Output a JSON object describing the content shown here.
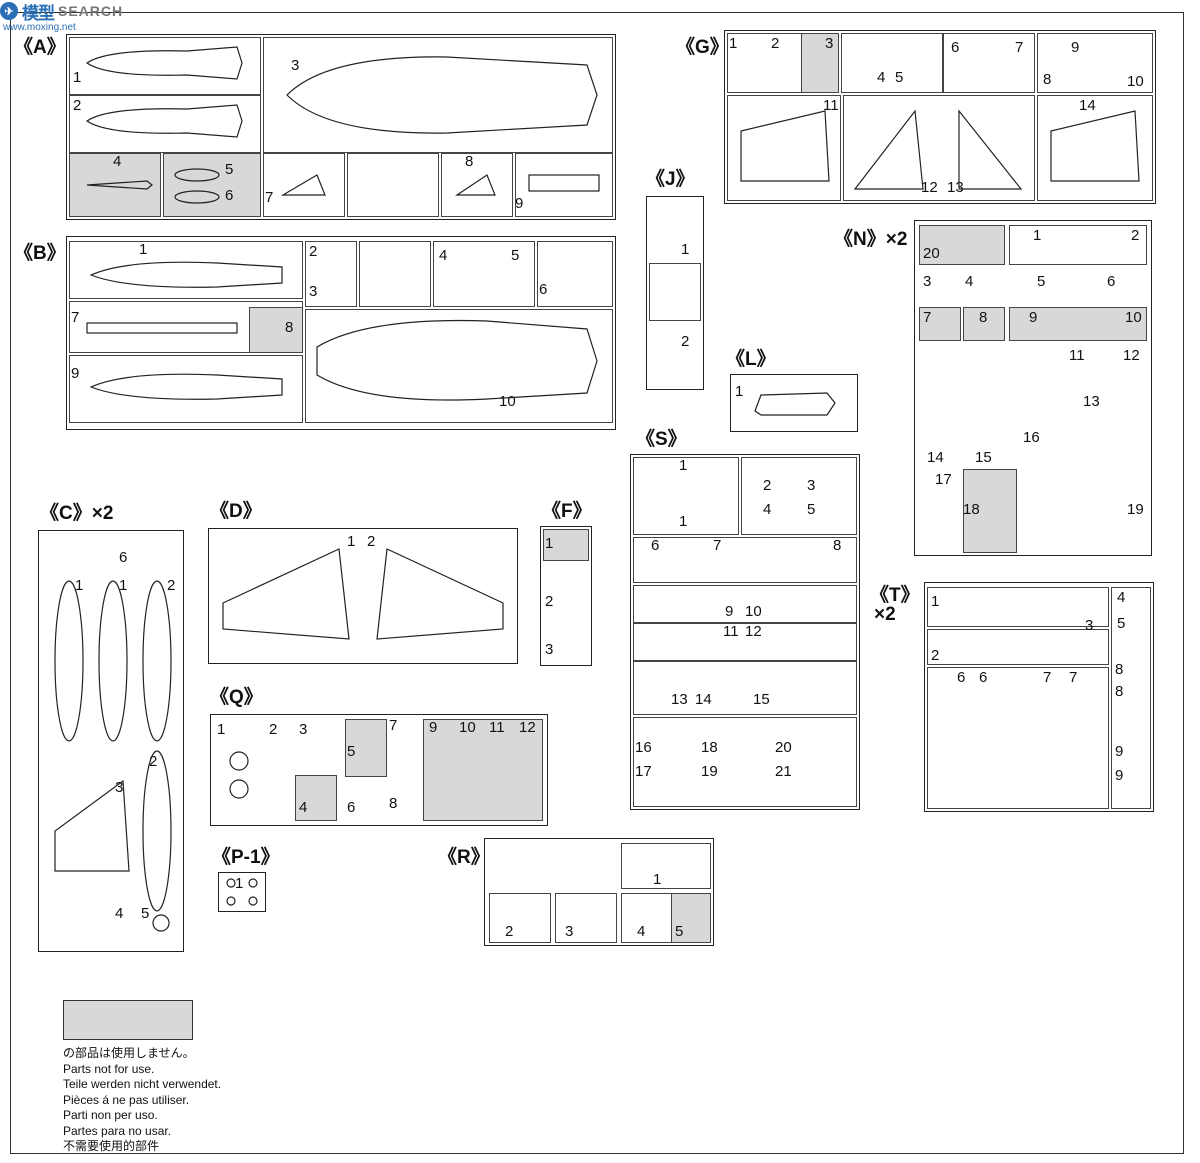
{
  "watermark": {
    "cn": "模型",
    "en": "SEARCH",
    "domain": "www.moxing.net"
  },
  "groups": [
    {
      "id": "A",
      "label": "《A》",
      "parts": [
        "1",
        "2",
        "3",
        "4",
        "5",
        "6",
        "7",
        "8",
        "9"
      ]
    },
    {
      "id": "B",
      "label": "《B》",
      "parts": [
        "1",
        "2",
        "3",
        "4",
        "5",
        "6",
        "7",
        "8",
        "9",
        "10"
      ]
    },
    {
      "id": "C",
      "label": "《C》×2",
      "parts": [
        "1",
        "1",
        "2",
        "2",
        "3",
        "4",
        "5",
        "6"
      ]
    },
    {
      "id": "D",
      "label": "《D》",
      "parts": [
        "1",
        "2"
      ]
    },
    {
      "id": "F",
      "label": "《F》",
      "parts": [
        "1",
        "2",
        "3"
      ]
    },
    {
      "id": "G",
      "label": "《G》",
      "parts": [
        "1",
        "2",
        "3",
        "4",
        "5",
        "6",
        "7",
        "8",
        "9",
        "10",
        "11",
        "12",
        "13",
        "14"
      ]
    },
    {
      "id": "J",
      "label": "《J》",
      "parts": [
        "1",
        "2"
      ]
    },
    {
      "id": "L",
      "label": "《L》",
      "parts": [
        "1"
      ]
    },
    {
      "id": "N",
      "label": "《N》×2",
      "parts": [
        "1",
        "2",
        "3",
        "4",
        "5",
        "6",
        "7",
        "8",
        "9",
        "10",
        "11",
        "12",
        "13",
        "14",
        "15",
        "16",
        "17",
        "18",
        "19",
        "20"
      ]
    },
    {
      "id": "P",
      "label": "《P-1》",
      "parts": [
        "1"
      ]
    },
    {
      "id": "Q",
      "label": "《Q》",
      "parts": [
        "1",
        "2",
        "3",
        "4",
        "5",
        "6",
        "7",
        "8",
        "9",
        "10",
        "11",
        "12"
      ]
    },
    {
      "id": "R",
      "label": "《R》",
      "parts": [
        "1",
        "2",
        "3",
        "4",
        "5"
      ]
    },
    {
      "id": "S",
      "label": "《S》",
      "parts": [
        "1",
        "1",
        "2",
        "3",
        "4",
        "5",
        "6",
        "7",
        "8",
        "9",
        "10",
        "11",
        "12",
        "13",
        "14",
        "15",
        "16",
        "17",
        "18",
        "19",
        "20",
        "21"
      ]
    },
    {
      "id": "T",
      "label": "《T》",
      "label2": "×2",
      "parts": [
        "1",
        "2",
        "3",
        "4",
        "5",
        "6",
        "6",
        "7",
        "7",
        "8",
        "8",
        "9",
        "9"
      ]
    }
  ],
  "legend": {
    "lines": [
      "の部品は使用しません。",
      "Parts not for use.",
      "Teile werden nicht verwendet.",
      "Pièces á ne pas utiliser.",
      "Parti non per uso.",
      "Partes para no usar.",
      "不需要使用的部件"
    ]
  },
  "colors": {
    "unused": "#d8d8d8",
    "line": "#222222"
  }
}
